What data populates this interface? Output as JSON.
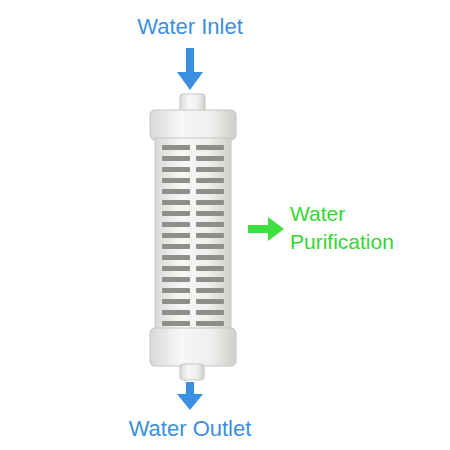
{
  "diagram": {
    "labels": [
      "Water Inlet",
      "Water Purification",
      "Water Outlet"
    ]
  }
}
